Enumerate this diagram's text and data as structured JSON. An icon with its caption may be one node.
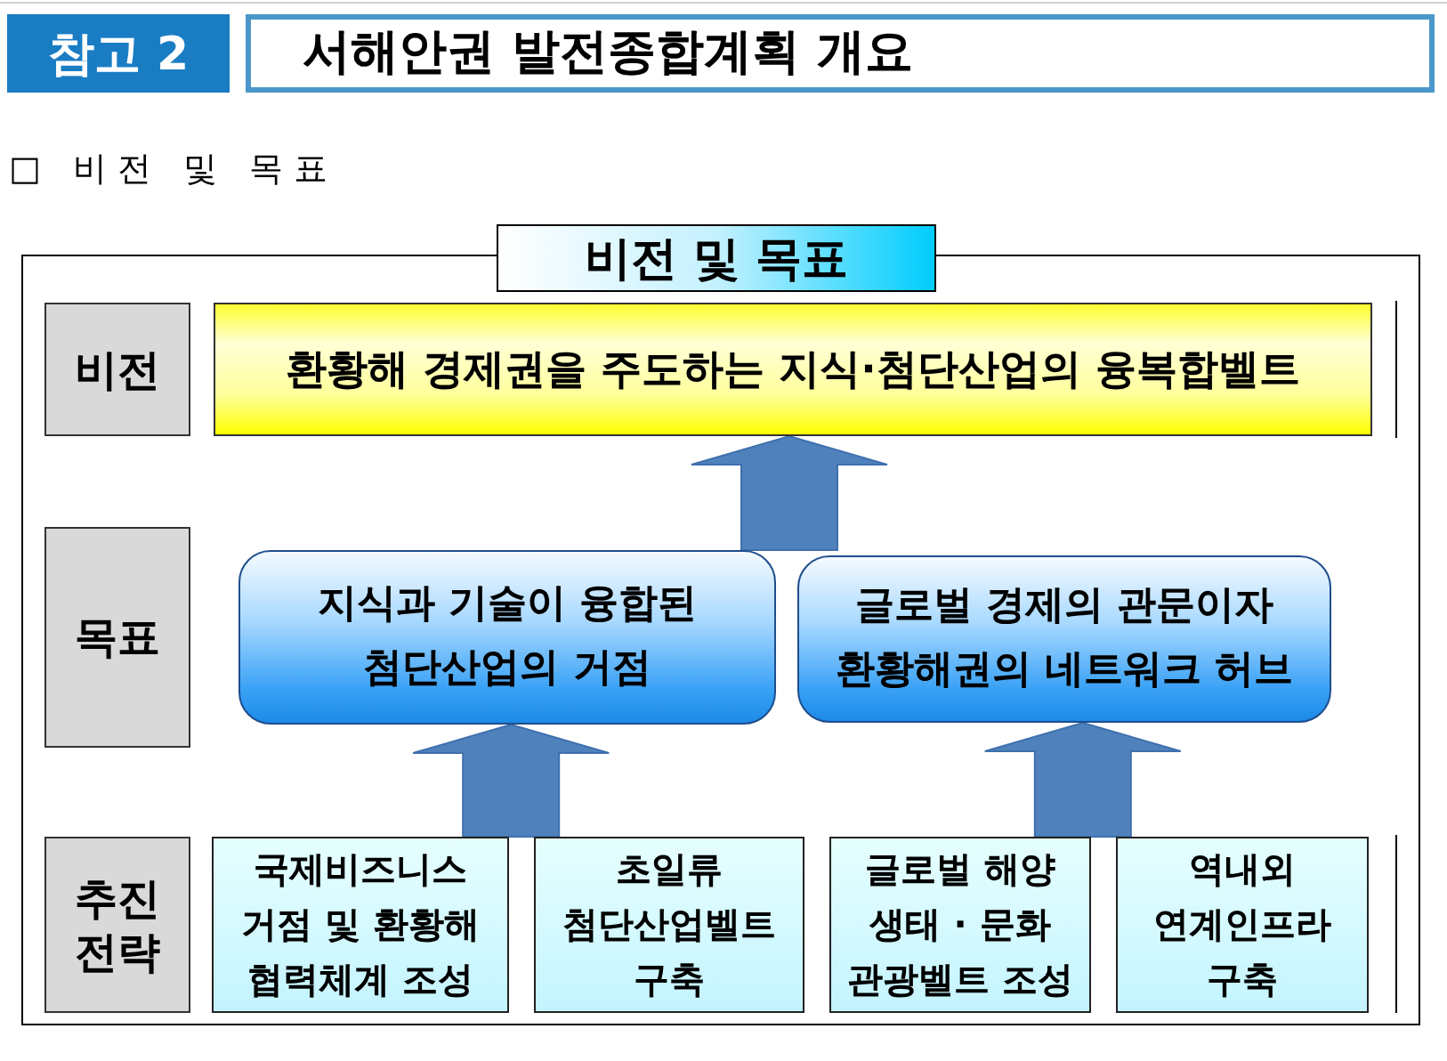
{
  "diagram": {
    "title": "서해안권 발전종합계획 개요",
    "nodes": [
      {
        "text": [
          "비전 및 목표"
        ]
      },
      {
        "text": [
          "비전"
        ],
        "in": 0
      },
      {
        "text": [
          "환황해 경제권을 주도하는 지식·첨단산업의 융복합벨트"
        ],
        "in": 0
      },
      {
        "text": [
          "목표"
        ],
        "in": 0
      },
      {
        "text": [
          "지식과 기술이 융합된 첨단산업의 거점"
        ],
        "in": 0
      },
      {
        "text": [
          "글로벌 경제의 관문이자 환황해권의 네트워크 허브"
        ],
        "in": 0
      },
      {
        "text": [
          "추진 전략"
        ],
        "in": 0
      },
      {
        "text": [
          "국제비즈니스 거점 및 환황해 협력체계 조성"
        ],
        "in": 0
      },
      {
        "text": [
          "초일류 첨단산업벨트 구축"
        ],
        "in": 0
      },
      {
        "text": [
          "글로벌 해양 생태 · 문화 관광벨트 조성"
        ],
        "in": 0
      },
      {
        "text": [
          "역내외 연계인프라 구축"
        ],
        "in": 0
      }
    ],
    "edges": [
      {
        "from": 4,
        "to": 2,
        "arrow": "to"
      },
      {
        "from": 5,
        "to": 2,
        "arrow": "to"
      },
      {
        "from": 7,
        "to": 4,
        "arrow": "to"
      },
      {
        "from": 8,
        "to": 4,
        "arrow": "to"
      },
      {
        "from": 9,
        "to": 5,
        "arrow": "to"
      },
      {
        "from": 10,
        "to": 5,
        "arrow": "to"
      }
    ],
    "labels": [
      "참고 2",
      "□ 비전 및 목표"
    ]
  }
}
